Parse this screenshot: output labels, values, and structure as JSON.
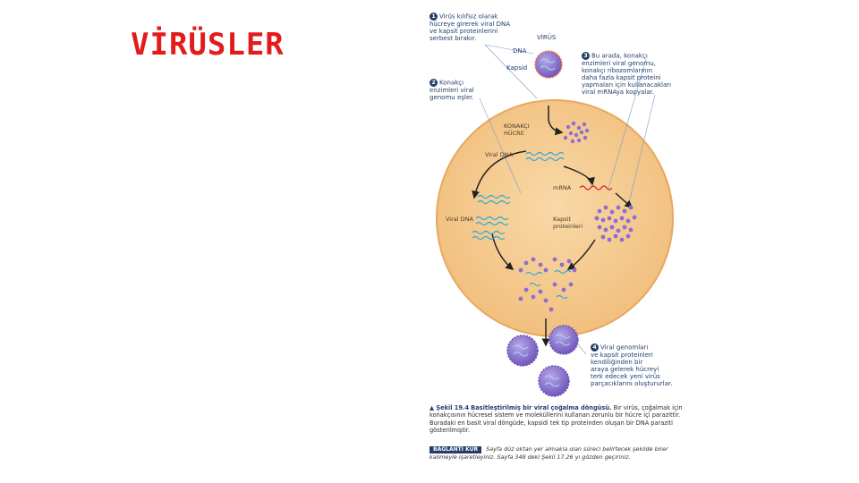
{
  "page": {
    "title": "VİRÜSLER"
  },
  "diagram": {
    "labels": {
      "virus": "VİRÜS",
      "dna": "DNA",
      "capsid": "Kapsid",
      "host_cell": "KONAKÇI\nHÜCRE",
      "viral_dna_1": "Viral DNA",
      "viral_dna_2": "Viral DNA",
      "mrna": "mRNA",
      "capsid_proteins": "Kapsit\nproteinleri"
    },
    "steps": [
      {
        "number": "1",
        "text": "Virüs kılıfsız olarak\nhücreye girerek viral DNA\nve kapsit proteinlerini\nserbest bırakır."
      },
      {
        "number": "2",
        "text": "Konakçı\nenzimleri viral\ngenomu eşler."
      },
      {
        "number": "3",
        "text": "Bu arada, konakçı\nenzimleri viral genomu,\nkonakçı ribozomlarının\ndaha fazla kapsit proteini\nyapmaları için kullanacakları\nviral mRNAya kopyalar."
      },
      {
        "number": "4",
        "text": "Viral genomları\nve kapsit proteinleri\nkendiliğinden bir\naraya gelerek hücreyi\nterk edecek yeni virüs\nparçacıklarını oluştururlar."
      }
    ],
    "caption": {
      "figure_label": "▲ Şekil 19.4",
      "title": "Basitleştirilmiş bir viral çoğalma döngüsü.",
      "body": "Bir virüs, çoğalmak için konakçısının hücresel sistem ve moleküllerini kullanan zorunlu bir hücre içi parazittir. Buradaki en basit viral döngüde, kapsidi tek tip proteinden oluşan bir DNA paraziti gösterilmiştir."
    },
    "connection": {
      "badge": "BAĞLANTI KUR",
      "text": "Sayfa düz oktan yer almakla olan süreci belirtecek şekilde birer kalimeyle işaretleyiniz. Sayfa 348 deki Şekil 17.26 yı gözden geçiriniz."
    }
  }
}
